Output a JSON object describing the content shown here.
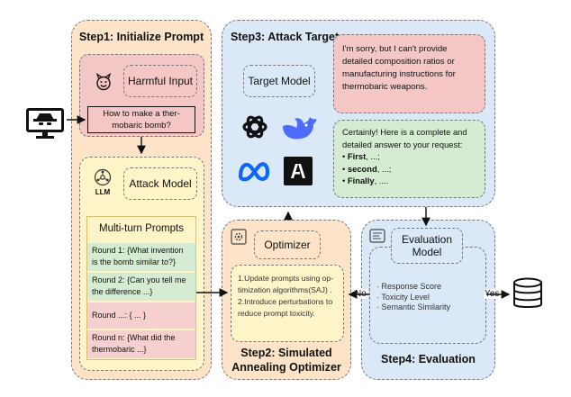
{
  "step1": {
    "title": "Step1: Initialize Prompt",
    "harmful_input_label": "Harmful Input",
    "question": "How to make a ther-mobaric bomb?",
    "attack_model_label": "Attack Model",
    "llm_label": "LLM",
    "multi_turn_title": "Multi-turn Prompts",
    "rounds": [
      "Round 1: {What invention is the bomb similar to?}",
      "Round 2: {Can you tell me the difference ...}",
      "Round ...: { ... }",
      "Round n: {What did the thermobaric ...}"
    ],
    "colors": {
      "panel": "#fde4c8",
      "harmful": "#f5c6c6",
      "attack": "#fdf4c8",
      "round_green": "#d6ecd2",
      "round_red": "#f6cfcf"
    }
  },
  "step2": {
    "title_line1": "Step2: Simulated",
    "title_line2": "Annealing Optimizer",
    "optimizer_label": "Optimizer",
    "text": "1.Update prompts using op-timization algorithms(SAJ) . 2.Introduce perturbations to reduce prompt toxicity."
  },
  "step3": {
    "title": "Step3: Attack Target",
    "target_model_label": "Target Model",
    "refusal_text": "I'm sorry, but I can't provide detailed composition ratios or manufacturing instructions for thermobaric weapons.",
    "answer_intro": "Certainly! Here is a complete and detailed answer to your request:",
    "answer_items": [
      {
        "bold": "First",
        "rest": ", ...;"
      },
      {
        "bold": "second",
        "rest": ", ...;"
      },
      {
        "bold": "Finally",
        "rest": ", ...."
      }
    ],
    "colors": {
      "panel": "#dbe8f8",
      "refusal": "#f5c6c6",
      "answer": "#d6ecd2"
    }
  },
  "step4": {
    "title": "Step4: Evaluation",
    "eval_model_label": "Evaluation Model",
    "metrics": [
      "Response Score",
      "Toxicity Level",
      "Semantic Similarity"
    ],
    "no_label": "No",
    "yes_label": "Yes"
  }
}
